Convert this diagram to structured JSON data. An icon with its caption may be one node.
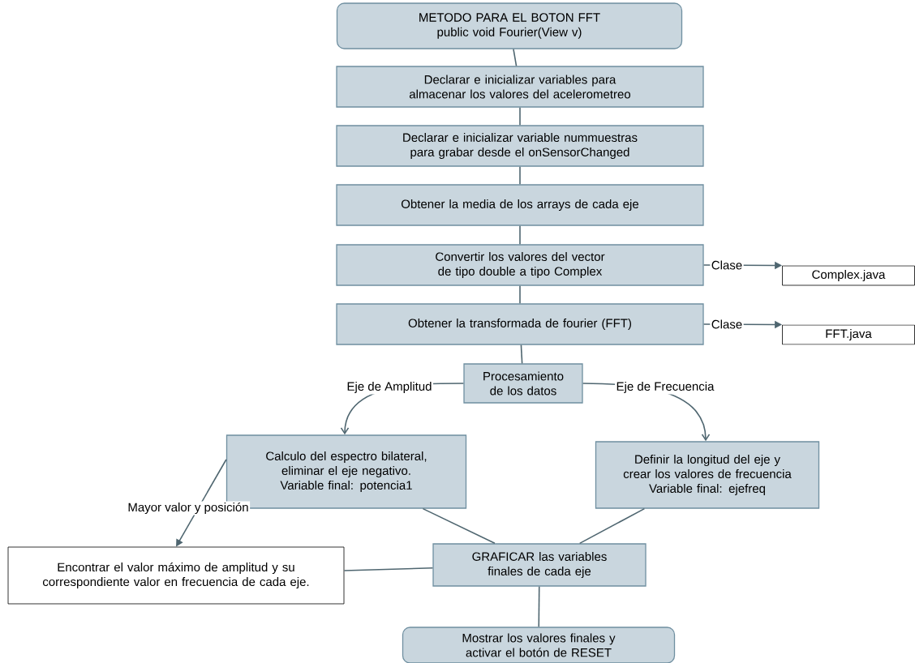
{
  "diagram": {
    "nodes": [
      {
        "text": [
          "METODO PARA EL BOTON FFT",
          "public void Fourier(View v)"
        ]
      },
      {
        "text": [
          "Declarar e inicializar variables para almacenar los valores del acelerometreo"
        ]
      },
      {
        "text": [
          "Declarar e inicializar variable nummuestras para grabar desde el onSensorChanged"
        ]
      },
      {
        "text": [
          "Obtener la media de los arrays de cada eje"
        ]
      },
      {
        "text": [
          "Convertir los valores del vector de tipo double a tipo Complex"
        ]
      },
      {
        "text": [
          "Obtener la transformada de fourier (FFT)"
        ]
      },
      {
        "text": [
          "Complex.java"
        ]
      },
      {
        "text": [
          "FFT.java"
        ]
      },
      {
        "text": [
          "Procesamiento de los datos"
        ]
      },
      {
        "text": [
          "Calculo del espectro bilateral, eliminar el eje negativo. Variable final: potencia1"
        ]
      },
      {
        "text": [
          "Definir la longitud del eje y crear los valores de frecuencia Variable final: ejefreq"
        ]
      },
      {
        "text": [
          "Encontrar el valor máximo de amplitud y su correspondiente valor en frecuencia de cada eje."
        ]
      },
      {
        "text": [
          "GRAFICAR las variables finales de cada eje"
        ]
      },
      {
        "text": [
          "Mostrar los valores finales y activar el botón de RESET"
        ]
      }
    ],
    "edges": [
      {
        "from": 0,
        "to": 1,
        "arrow": "none"
      },
      {
        "from": 1,
        "to": 2,
        "arrow": "none"
      },
      {
        "from": 2,
        "to": 3,
        "arrow": "none"
      },
      {
        "from": 3,
        "to": 4,
        "arrow": "none"
      },
      {
        "from": 4,
        "to": 5,
        "arrow": "none"
      },
      {
        "from": 4,
        "to": 6,
        "arrow": "to",
        "label": "Clase"
      },
      {
        "from": 5,
        "to": 7,
        "arrow": "to",
        "label": "Clase"
      },
      {
        "from": 5,
        "to": 8,
        "arrow": "none"
      },
      {
        "from": 8,
        "to": 9,
        "arrow": "to",
        "label": "Eje de Amplitud"
      },
      {
        "from": 8,
        "to": 10,
        "arrow": "to",
        "label": "Eje de Frecuencia"
      },
      {
        "from": 9,
        "to": 11,
        "arrow": "to",
        "label": "Mayor valor y posición"
      },
      {
        "from": 9,
        "to": 12,
        "arrow": "none"
      },
      {
        "from": 10,
        "to": 12,
        "arrow": "none"
      },
      {
        "from": 11,
        "to": 12,
        "arrow": "none"
      },
      {
        "from": 12,
        "to": 13,
        "arrow": "none"
      }
    ]
  }
}
